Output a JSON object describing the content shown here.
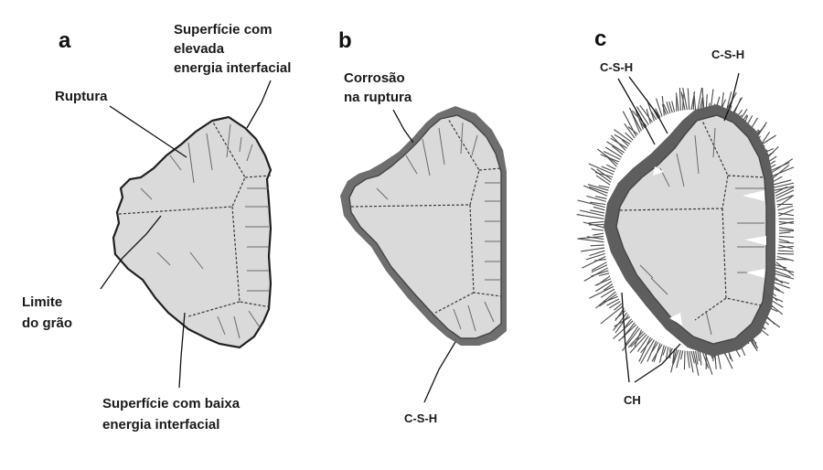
{
  "panels": [
    {
      "letter": "a",
      "labels": {
        "superficie_alta_1": "Superfície com",
        "superficie_alta_2": "elevada",
        "superficie_alta_3": "energia interfacial",
        "ruptura": "Ruptura",
        "limite_1": "Limite",
        "limite_2": "do grão",
        "superficie_baixa_1": "Superfície com baixa",
        "superficie_baixa_2": "energia interfacial"
      }
    },
    {
      "letter": "b",
      "labels": {
        "corrosao_1": "Corrosão",
        "corrosao_2": "na ruptura",
        "csh": "C-S-H"
      }
    },
    {
      "letter": "c",
      "labels": {
        "csh_left": "C-S-H",
        "csh_right": "C-S-H",
        "ch": "CH"
      }
    }
  ],
  "colors": {
    "grain_fill": "#dadada",
    "reaction_band": "#6e6e6e"
  }
}
